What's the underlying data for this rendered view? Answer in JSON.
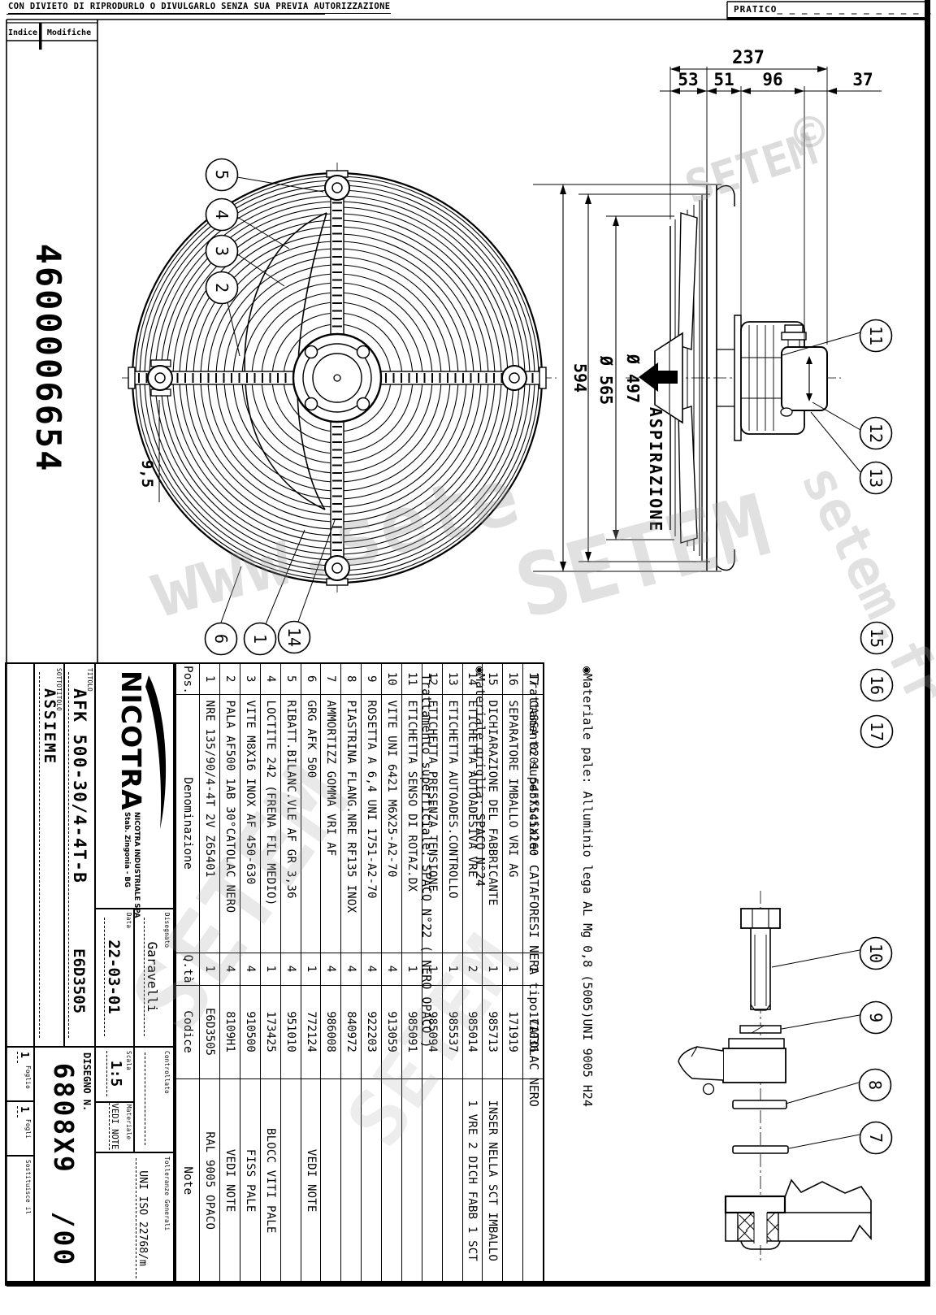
{
  "page": {
    "copyright_strip": "CON DIVIETO DI RIPRODURLO O DIVULGARLO SENZA SUA PREVIA AUTORIZZAZIONE",
    "pratico": "PRATICO_ _ _ _ _ _ _ _ _ _ _ _ _",
    "doc_number_vertical": "4600006654"
  },
  "revision_table": {
    "indice": "Indice",
    "modifiche": "Modifiche"
  },
  "dimensions": {
    "d237": "237",
    "d53": "53",
    "d51": "51",
    "d96": "96",
    "d37": "37",
    "d594": "594",
    "d565": "Ø 565",
    "d497": "Ø 497",
    "d95": "9,5",
    "aspirazione": "ASPIRAZIONE"
  },
  "balloons": [
    "5",
    "4",
    "3",
    "2",
    "6",
    "1",
    "14",
    "11",
    "12",
    "13",
    "15",
    "16",
    "17",
    "10",
    "9",
    "8",
    "7"
  ],
  "parts_list": {
    "headers": {
      "pos": "Pos.",
      "name": "Denominazione",
      "qty": "Q.tà",
      "code": "Codice",
      "note": "Note"
    },
    "rows": [
      {
        "pos": "17",
        "name": "CASSA 0201 545X545X260",
        "qty": "1",
        "code": "171036",
        "note": ""
      },
      {
        "pos": "16",
        "name": "SEPARATORE IMBALLO VRI AG",
        "qty": "1",
        "code": "171919",
        "note": ""
      },
      {
        "pos": "15",
        "name": "DICHIARAZIONE DEL FABBRICANTE",
        "qty": "1",
        "code": "985713",
        "note": "INSER NELLA SCT IMBALLO"
      },
      {
        "pos": "14",
        "name": "ETICHETTA AUTOADESIVA VRE",
        "qty": "2",
        "code": "985014",
        "note": "1 VRE 2 DICH FABB 1 SCT"
      },
      {
        "pos": "13",
        "name": "ETICHETTA AUTOADES.CONTROLLO",
        "qty": "1",
        "code": "985537",
        "note": ""
      },
      {
        "pos": "12",
        "name": "ETICHETTA PRESENZA TENSIONE",
        "qty": "1",
        "code": "985094",
        "note": ""
      },
      {
        "pos": "11",
        "name": "ETICHETTA SENSO DI ROTAZ.DX",
        "qty": "1",
        "code": "985091",
        "note": ""
      },
      {
        "pos": "10",
        "name": "VITE UNI 6421 M6X25-A2-70",
        "qty": "4",
        "code": "913059",
        "note": ""
      },
      {
        "pos": "9",
        "name": "ROSETTA A 6,4 UNI 1751-A2-70",
        "qty": "4",
        "code": "922203",
        "note": ""
      },
      {
        "pos": "8",
        "name": "PIASTRINA FLANG.NRE RF135 INOX",
        "qty": "4",
        "code": "840972",
        "note": ""
      },
      {
        "pos": "7",
        "name": "AMMORTIZZ GOMMA VRI AF",
        "qty": "4",
        "code": "986008",
        "note": ""
      },
      {
        "pos": "6",
        "name": "GRG AFK 500",
        "qty": "1",
        "code": "772124",
        "note": "VEDI NOTE"
      },
      {
        "pos": "5",
        "name": "RIBATT.BILANC.VLE AF GR 3,36",
        "qty": "4",
        "code": "951010",
        "note": ""
      },
      {
        "pos": "4",
        "name": "LOCTITE 242 (FRENA FIL MEDIO)",
        "qty": "1",
        "code": "173425",
        "note": "BLOCC VITI PALE"
      },
      {
        "pos": "3",
        "name": "VITE M8X16 INOX AF 450-630",
        "qty": "4",
        "code": "910500",
        "note": "FISS PALE"
      },
      {
        "pos": "2",
        "name": "PALA AF500 1AB 30°CATOLAC NERO",
        "qty": "4",
        "code": "8109H1",
        "note": "VEDI NOTE"
      },
      {
        "pos": "1",
        "name": "NRE 135/90/4-4T 2V Z65401",
        "qty": "1",
        "code": "E6D3505",
        "note": "RAL 9005 OPACO"
      }
    ]
  },
  "title_block": {
    "brand": "NICOTRA",
    "company_line1": "NICOTRA INDUSTRIALE SPA",
    "company_line2": "Stab. Zingonia - BG",
    "labels": {
      "titolo": "TITOLO",
      "sottotitolo": "SOTTOTITOLO",
      "disegnato": "Disegnato",
      "data": "Data",
      "controllato": "Controllato",
      "scala": "Scala",
      "materiale": "Materiale",
      "tolleranze": "Tolleranze Generali",
      "disegno_n": "DISEGNO N.",
      "foglio": "Foglio",
      "fogli": "Fogli",
      "sostituisce": "Sostituisce il"
    },
    "titolo": "AFK 500-30/4-4T-B",
    "titolo_codice": "E6D3505",
    "sottotitolo": "ASSIEME",
    "disegnato": "Garavelli",
    "data": "22-03-01",
    "scala": "1:5",
    "materiale": "VEDI NOTE",
    "tolleranze": "UNI ISO 22768/m",
    "disegno_n": "6808X9  /00",
    "foglio": "1",
    "fogli": "1"
  },
  "notes": {
    "line1": "◉Materiale pale: Alluminio lega AL Mg 0,8 (5005)UNI 9005 H24",
    "line2": " Trattamento superficiale: CATAFORESI NERA tipo CATOLAC NERO",
    "line3": "◉Materiale griglia: SPACQ N°24",
    "line4": " Trattamento superficiale: SPACQ N°22 ( NERO OPACO )"
  },
  "watermarks": {
    "w1": "SETEM",
    "w2": "©",
    "w3": "www.sete",
    "w4": "SETEM",
    "w5": "setem.fr",
    "w6": "SETEM",
    "w7": "SETEM"
  }
}
